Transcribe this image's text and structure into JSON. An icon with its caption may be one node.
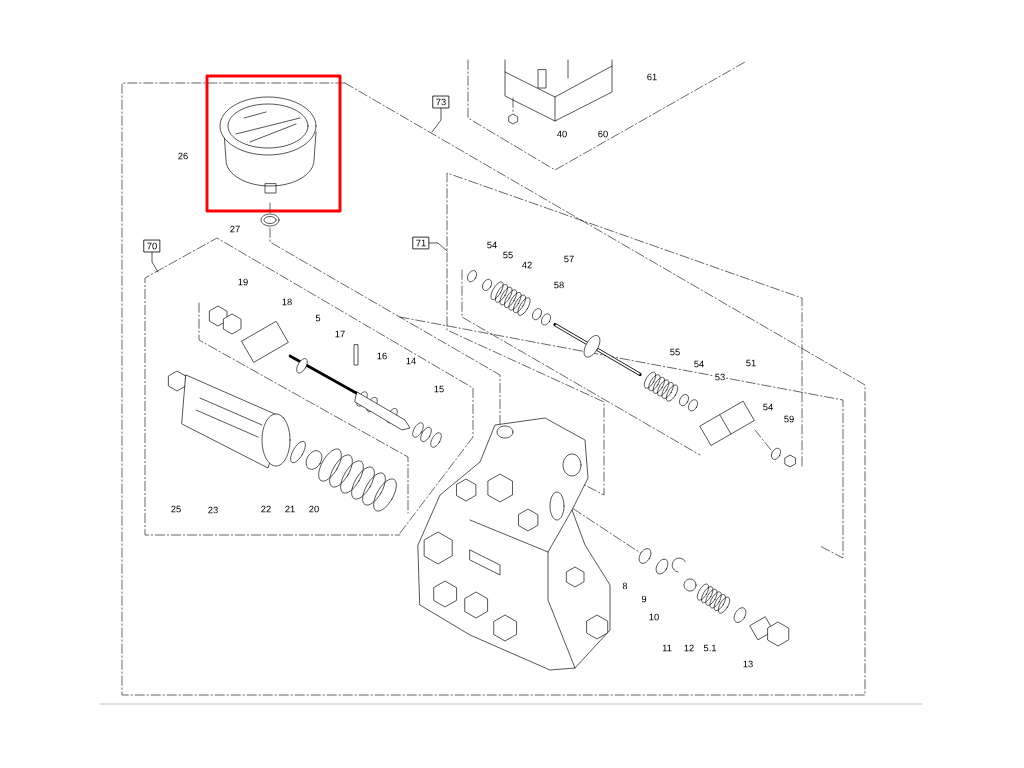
{
  "diagram": {
    "nodes": [
      {
        "text": [
          "73"
        ]
      },
      {
        "text": [
          "71"
        ]
      },
      {
        "text": [
          "70"
        ]
      }
    ],
    "edges": [
      {
        "from": 0,
        "to": null,
        "arrow": "none"
      },
      {
        "from": 1,
        "to": null,
        "arrow": "none"
      },
      {
        "from": 2,
        "to": null,
        "arrow": "none"
      }
    ],
    "labels": [
      "61",
      "26",
      "40",
      "60",
      "27",
      "54",
      "55",
      "57",
      "42",
      "19",
      "58",
      "18",
      "5",
      "17",
      "16",
      "14",
      "55",
      "54",
      "51",
      "53",
      "15",
      "54",
      "59",
      "25",
      "23",
      "22",
      "21",
      "20",
      "8",
      "9",
      "10",
      "11",
      "12",
      "5.1",
      "13"
    ]
  }
}
